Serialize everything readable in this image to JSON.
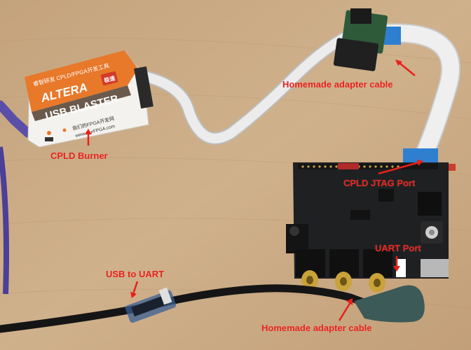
{
  "annotations": {
    "cpld_burner": "CPLD Burner",
    "adapter_top": "Homemade adapter cable",
    "cpld_jtag": "CPLD JTAG Port",
    "uart_port": "UART Port",
    "usb_uart": "USB to UART",
    "adapter_bottom": "Homemade adapter cable"
  },
  "device": {
    "tagline": "睿智研发 CPLD/FPGA开发工具",
    "badge": "极速",
    "logo": "ALTERA",
    "product": "USB BLASTER",
    "site_cn": "我们的FPGA开发网",
    "site_url": "www.OurFPGA.com"
  },
  "colors": {
    "annotation": "#e8201a",
    "wood": "#c9ab86",
    "burner_accent": "#e8782a",
    "pcb": "#1e2022",
    "ribbon": "#ececec"
  }
}
